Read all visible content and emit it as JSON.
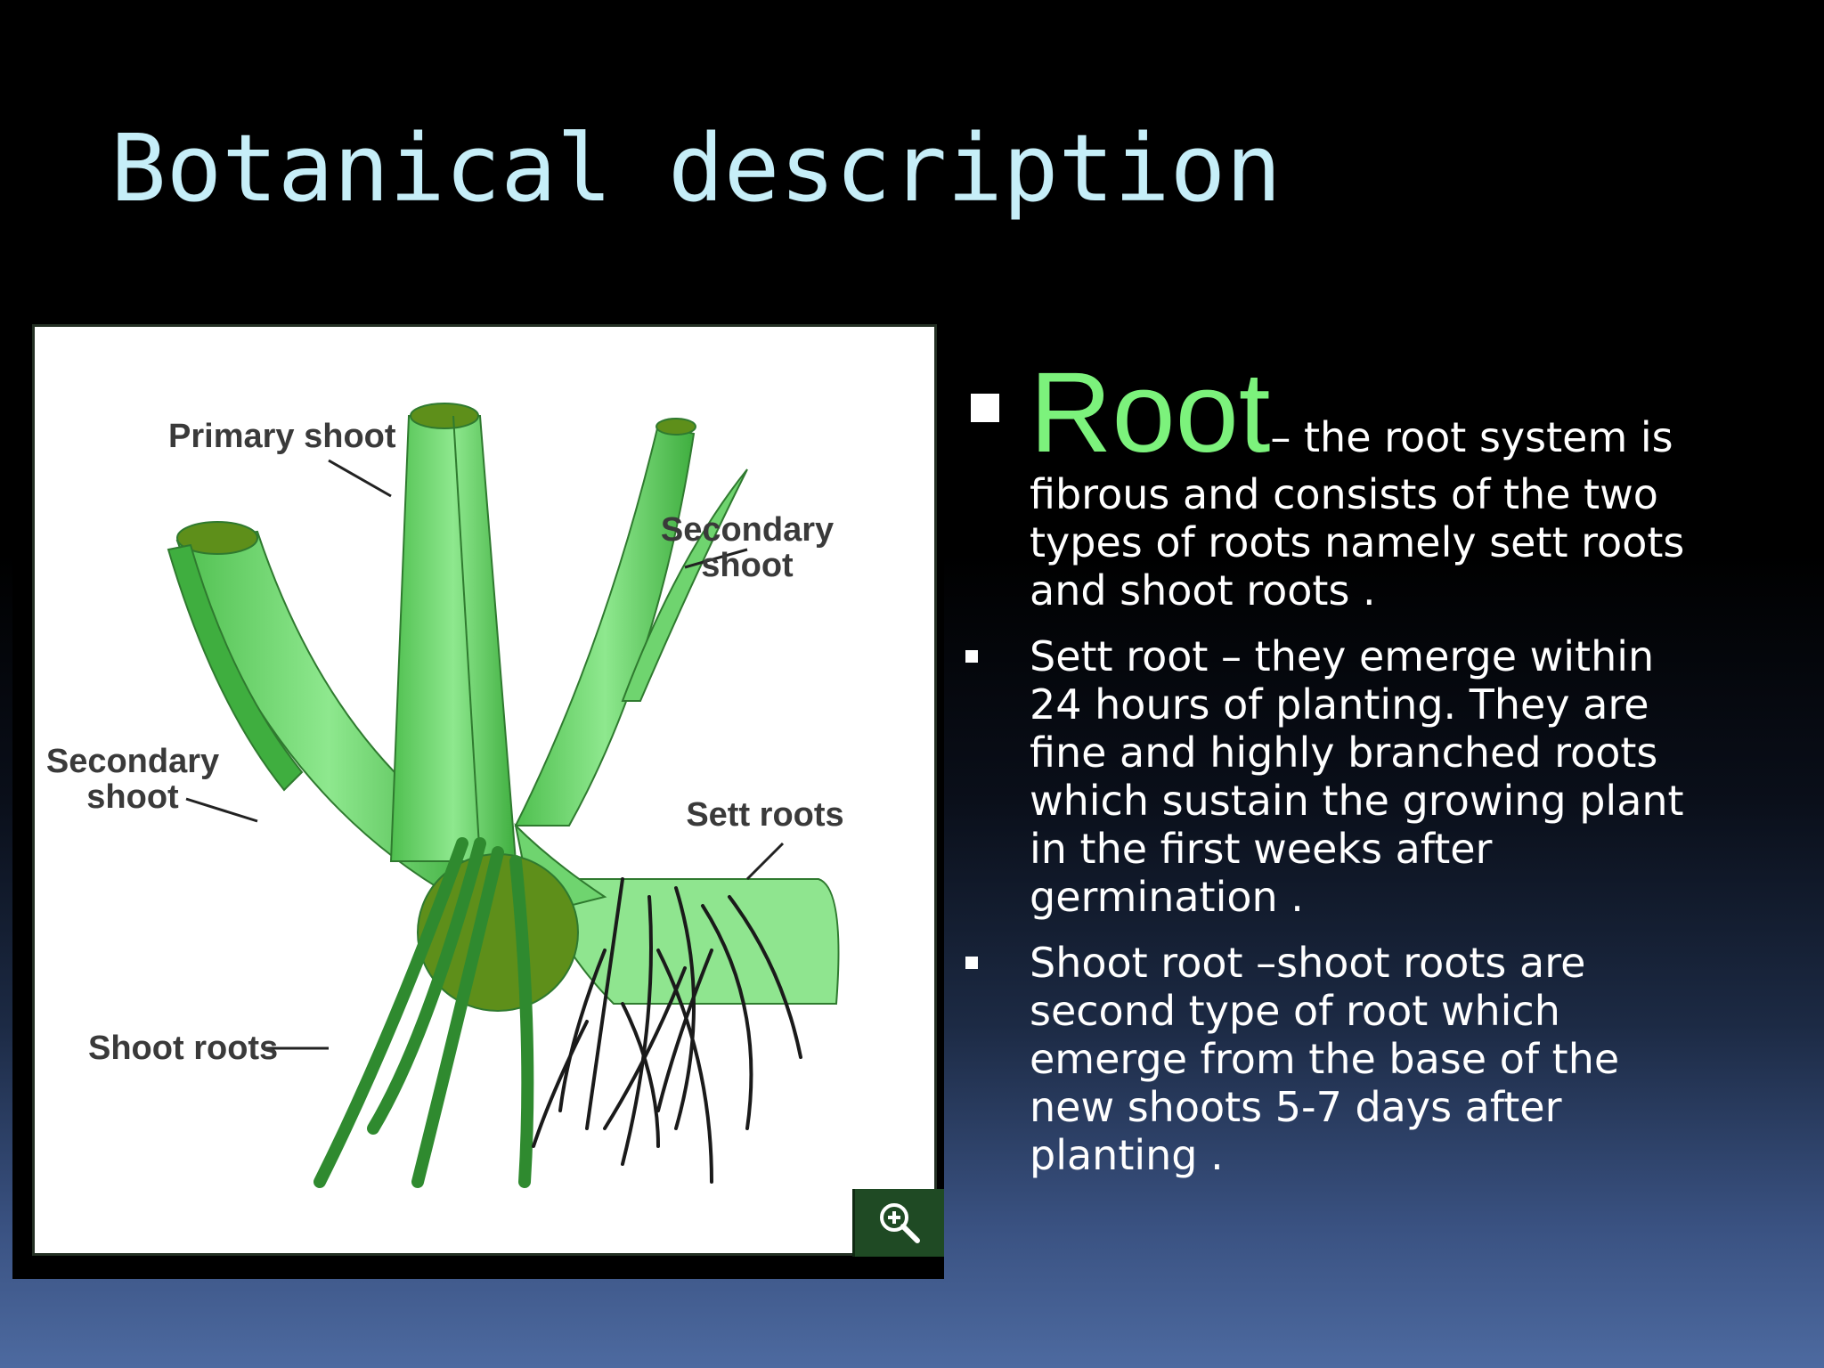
{
  "title": "Botanical description",
  "figure": {
    "labels": {
      "primary_shoot": "Primary shoot",
      "secondary_shoot_top_line1": "Secondary",
      "secondary_shoot_top_line2": "shoot",
      "secondary_shoot_left_line1": "Secondary",
      "secondary_shoot_left_line2": "shoot",
      "sett_roots": "Sett roots",
      "shoot_roots": "Shoot roots"
    },
    "zoom_icon": "zoom-in-icon"
  },
  "bullets": [
    {
      "heading": "Root",
      "lead": "– the root system is",
      "text_lines": [
        "fibrous and consists of the two",
        "types of roots namely sett roots",
        "and shoot roots ."
      ]
    },
    {
      "text_lines": [
        "Sett root – they emerge within",
        "24 hours of planting. They are",
        "fine and highly branched roots",
        "which sustain the growing plant",
        "in the first weeks after",
        "germination ."
      ]
    },
    {
      "text_lines": [
        "Shoot root –shoot roots are",
        "second type of root which",
        "emerge from the base of the",
        "new shoots 5-7 days after",
        "planting ."
      ]
    }
  ],
  "colors": {
    "title": "#c6eef8",
    "heading_green": "#7cf27c",
    "plant_green": "#6fd46f",
    "plant_dark": "#2f8a2f",
    "node": "#5e8f1a"
  }
}
